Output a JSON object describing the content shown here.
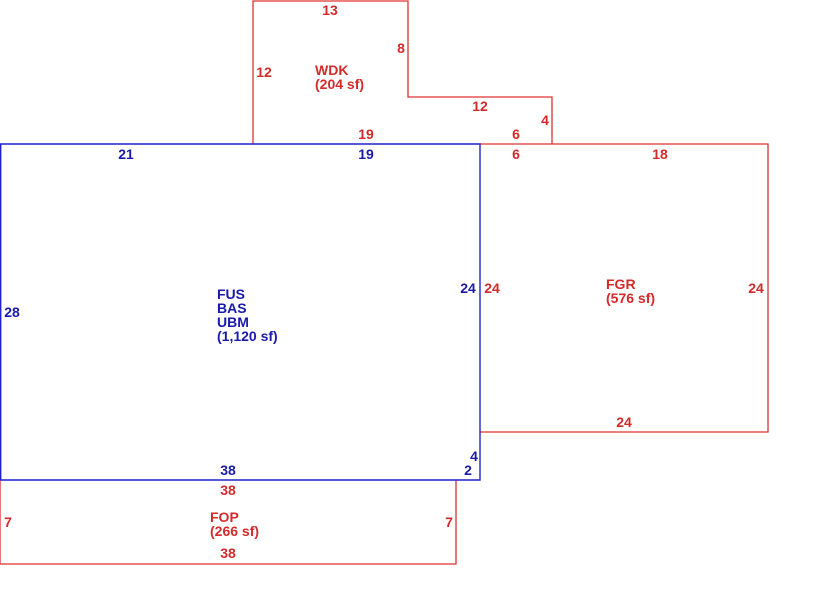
{
  "colors": {
    "main_outline": "#2222cc",
    "main_text": "#1a1aa8",
    "addon_outline": "#e23030",
    "addon_text": "#d42a2a"
  },
  "main_area": {
    "codes": [
      "FUS",
      "BAS",
      "UBM"
    ],
    "area": "(1,120 sf)",
    "dims": {
      "top_left": "21",
      "top_right": "19",
      "left": "28",
      "right": "24",
      "bottom": "38",
      "notch_vertical": "4",
      "notch_horizontal": "2"
    }
  },
  "wdk": {
    "code": "WDK",
    "area": "(204 sf)",
    "dims": {
      "top": "13",
      "left": "12",
      "right_upper": "8",
      "step_top": "12",
      "step_right": "4",
      "bottom_long": "19",
      "bottom_short": "6"
    }
  },
  "fgr": {
    "code": "FGR",
    "area": "(576 sf)",
    "dims": {
      "top_short": "6",
      "top": "18",
      "left": "24",
      "right": "24",
      "bottom": "24"
    }
  },
  "fop": {
    "code": "FOP",
    "area": "(266 sf)",
    "dims": {
      "top": "38",
      "left": "7",
      "right": "7",
      "bottom": "38"
    }
  }
}
